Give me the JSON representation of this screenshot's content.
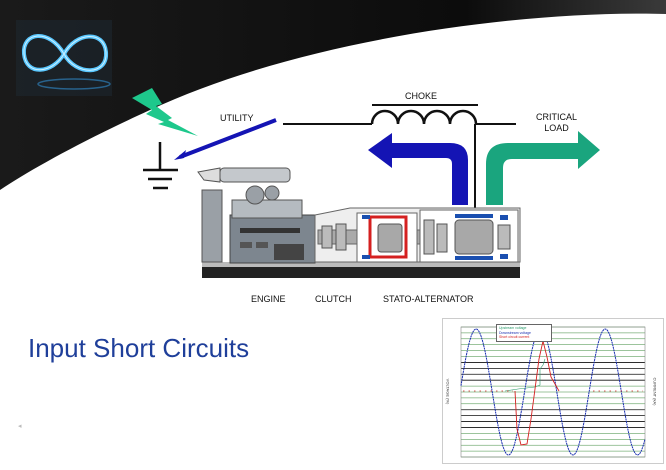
{
  "slide": {
    "title": "Input Short Circuits"
  },
  "diagram": {
    "labels": {
      "utility": "UTILITY",
      "choke": "CHOKE",
      "critical_load_line1": "CRITICAL",
      "critical_load_line2": "LOAD",
      "engine": "ENGINE",
      "clutch": "CLUTCH",
      "stato_alternator": "STATO-ALTERNATOR"
    },
    "colors": {
      "blue_arrow": "#1414b4",
      "green_arrow": "#1aa57e",
      "bolt": "#1ec88c",
      "title": "#1f3f9a"
    }
  },
  "chart": {
    "legend": [
      "Upstream voltage",
      "Downstream voltage",
      "Short circuit current"
    ],
    "ylabel_left": "VOLTAGE (%)",
    "ylabel_right": "CURRENT (kA)",
    "colors": [
      "#2a9a6a",
      "#1a2fb0",
      "#d42020"
    ]
  }
}
